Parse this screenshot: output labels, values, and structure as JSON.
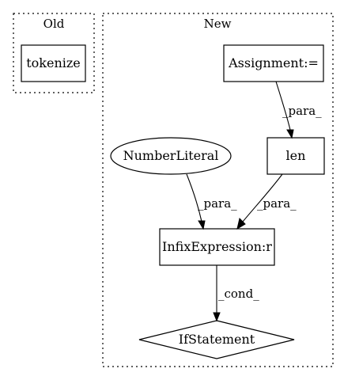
{
  "clusters": {
    "old": {
      "title": "Old"
    },
    "new": {
      "title": "New"
    }
  },
  "nodes": {
    "tokenize": "tokenize",
    "assignment": "Assignment:=",
    "len": "len",
    "number_literal": "NumberLiteral",
    "infix": "InfixExpression:r",
    "if_statement": "IfStatement"
  },
  "edges": [
    {
      "from": "Assignment:=",
      "to": "len",
      "label": "_para_"
    },
    {
      "from": "NumberLiteral",
      "to": "InfixExpression:r",
      "label": "_para_"
    },
    {
      "from": "len",
      "to": "InfixExpression:r",
      "label": "_para_"
    },
    {
      "from": "InfixExpression:r",
      "to": "IfStatement",
      "label": "_cond_"
    }
  ]
}
